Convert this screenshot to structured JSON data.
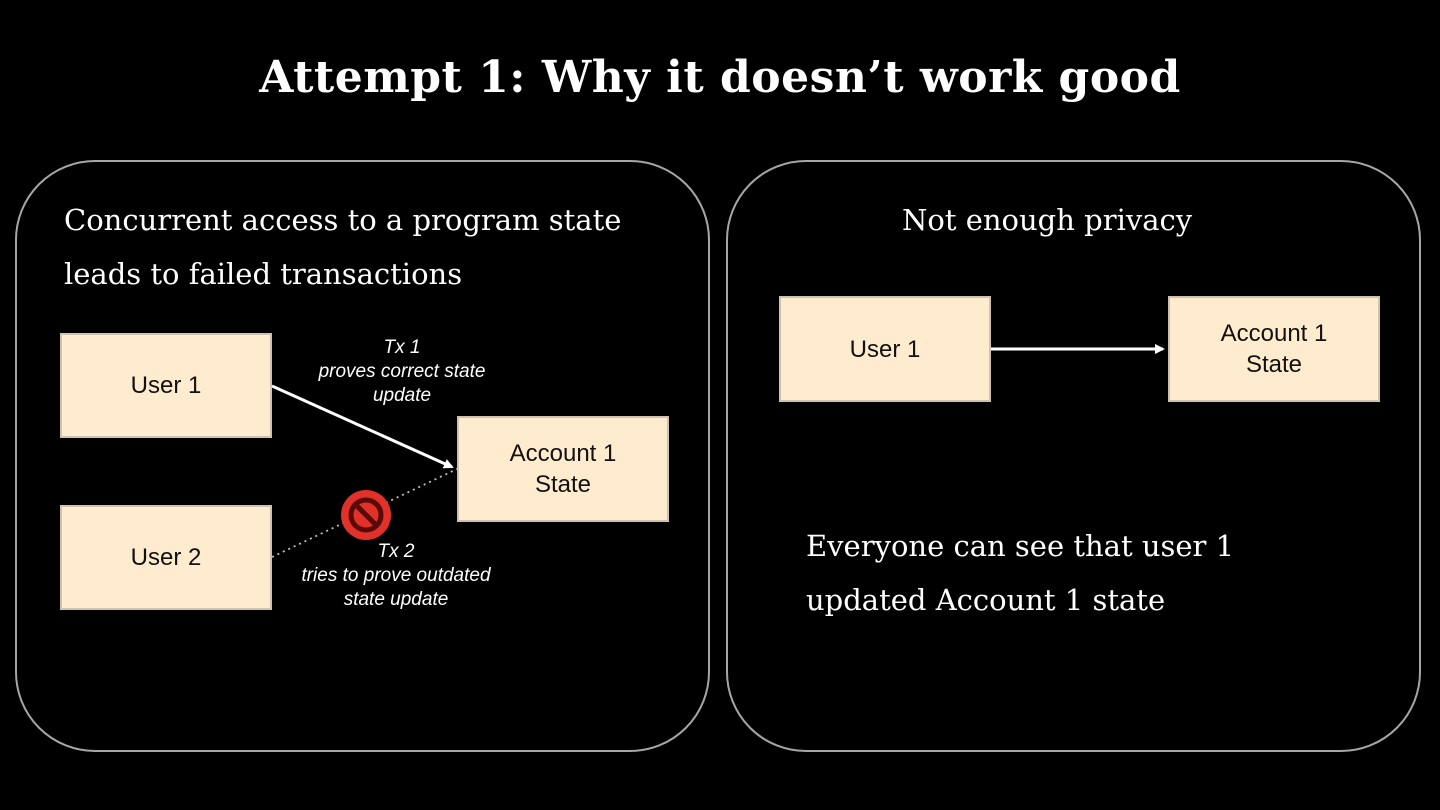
{
  "title": "Attempt 1: Why it doesn’t work good",
  "left_panel": {
    "heading_line1": "Concurrent access to a program state",
    "heading_line2": "leads to failed transactions",
    "user1": "User 1",
    "user2": "User 2",
    "account_line1": "Account 1",
    "account_line2": "State",
    "tx1_line1": "Tx 1",
    "tx1_line2": "proves correct state",
    "tx1_line3": "update",
    "tx2_line1": "Tx 2",
    "tx2_line2": "tries to prove outdated",
    "tx2_line3": "state update",
    "blocked_icon": "no-entry-icon"
  },
  "right_panel": {
    "heading": "Not enough  privacy",
    "user1": "User 1",
    "account_line1": "Account 1",
    "account_line2": "State",
    "body_line1": "Everyone can see that user 1",
    "body_line2": "updated Account 1 state"
  },
  "colors": {
    "background": "#000000",
    "box_fill": "#ffebcd",
    "panel_border": "#a6a6a6",
    "blocked_red": "#e0312a"
  }
}
